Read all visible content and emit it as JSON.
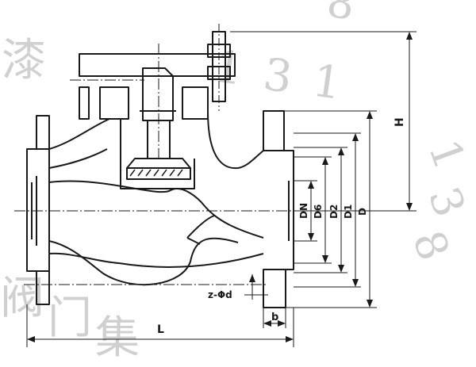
{
  "labels": {
    "height": "H",
    "length": "L",
    "flange_thickness": "b",
    "bolt_holes": "z-Φd",
    "dn": "DN",
    "d6": "D6",
    "d2": "D2",
    "d1": "D1",
    "d": "D"
  },
  "watermark": {
    "digits": [
      "1",
      "3",
      "1",
      "8"
    ],
    "char_a": "漆",
    "char_b": "阀",
    "char_c": "门",
    "char_d": "集"
  },
  "colors": {
    "ink": "#1a1a1a",
    "watermark": "#c8c8c8"
  }
}
